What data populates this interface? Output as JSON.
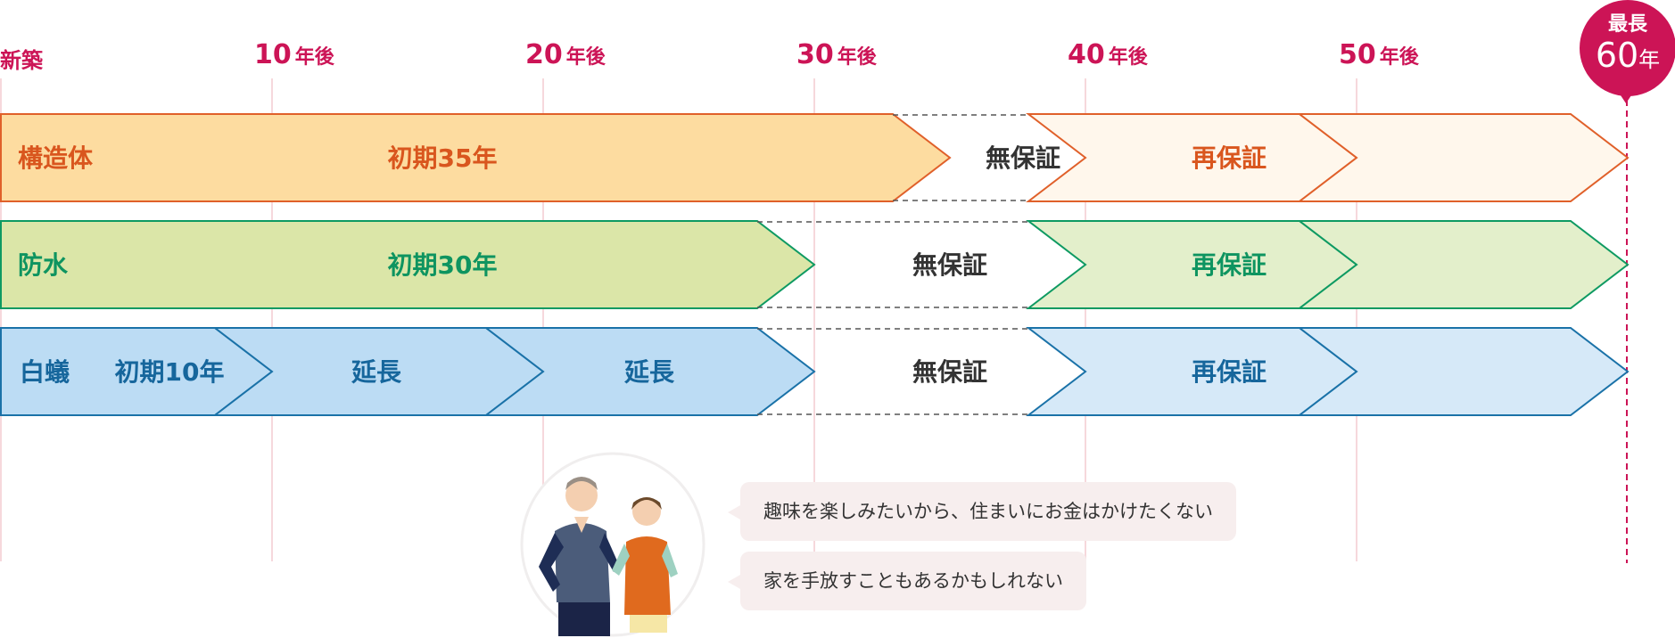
{
  "timeline": {
    "start_label": "新築",
    "ticks": [
      {
        "value": "10",
        "unit": "年後"
      },
      {
        "value": "20",
        "unit": "年後"
      },
      {
        "value": "30",
        "unit": "年後"
      },
      {
        "value": "40",
        "unit": "年後"
      },
      {
        "value": "50",
        "unit": "年後"
      }
    ],
    "max_badge": {
      "line1": "最長",
      "value": "60",
      "unit": "年"
    }
  },
  "rows": [
    {
      "name": "構造体",
      "segments": [
        {
          "label": "初期35年",
          "type": "initial",
          "years": [
            0,
            35
          ]
        },
        {
          "label": "無保証",
          "type": "none",
          "years": [
            35,
            40
          ]
        },
        {
          "label": "再保証",
          "type": "renew",
          "years": [
            40,
            50
          ]
        },
        {
          "label": "",
          "type": "renew",
          "years": [
            50,
            60
          ]
        }
      ],
      "colors": {
        "fill": "#fddca0",
        "stroke": "#e0602a",
        "text": "#d9561e",
        "renew_fill": "#fff7ec"
      }
    },
    {
      "name": "防水",
      "segments": [
        {
          "label": "初期30年",
          "type": "initial",
          "years": [
            0,
            30
          ]
        },
        {
          "label": "無保証",
          "type": "none",
          "years": [
            30,
            40
          ]
        },
        {
          "label": "再保証",
          "type": "renew",
          "years": [
            40,
            50
          ]
        },
        {
          "label": "",
          "type": "renew",
          "years": [
            50,
            60
          ]
        }
      ],
      "colors": {
        "fill": "#dbe6a8",
        "stroke": "#0e9a62",
        "text": "#0e9460",
        "renew_fill": "#e3efcb"
      }
    },
    {
      "name": "白蟻",
      "segments": [
        {
          "label": "初期10年",
          "type": "initial",
          "years": [
            0,
            10
          ]
        },
        {
          "label": "延長",
          "type": "extend",
          "years": [
            10,
            20
          ]
        },
        {
          "label": "延長",
          "type": "extend",
          "years": [
            20,
            30
          ]
        },
        {
          "label": "無保証",
          "type": "none",
          "years": [
            30,
            40
          ]
        },
        {
          "label": "再保証",
          "type": "renew",
          "years": [
            40,
            50
          ]
        },
        {
          "label": "",
          "type": "renew",
          "years": [
            50,
            60
          ]
        }
      ],
      "colors": {
        "fill": "#bcdcf4",
        "stroke": "#1a72a8",
        "text": "#16669c",
        "renew_fill": "#d6e9f8"
      }
    }
  ],
  "speech": [
    "趣味を楽しみたいから、住まいにお金はかけたくない",
    "家を手放すこともあるかもしれない"
  ],
  "theme": {
    "accent": "#cc1456",
    "gridline": "#f6d8dc",
    "none_text": "#333333",
    "dash": "#555555"
  }
}
